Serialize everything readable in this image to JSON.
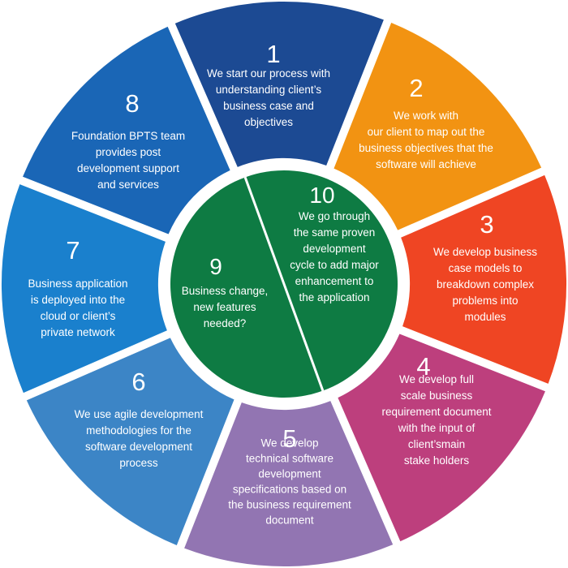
{
  "segments": [
    {
      "number": "1",
      "color": "#1c4a93",
      "lines": [
        "We start our process with",
        "understanding client’s",
        "business case and",
        "objectives"
      ]
    },
    {
      "number": "2",
      "color": "#f29312",
      "lines": [
        "We work with",
        "our client to map out the",
        "business objectives that the",
        "software will achieve"
      ]
    },
    {
      "number": "3",
      "color": "#ef4523",
      "lines": [
        "We develop business",
        "case models to",
        "breakdown complex",
        "problems into",
        "modules"
      ]
    },
    {
      "number": "4",
      "color": "#bd3f7d",
      "lines": [
        "We develop full",
        "scale business",
        "requirement document",
        "with the input of",
        "client’smain",
        "stake holders"
      ]
    },
    {
      "number": "5",
      "color": "#9275b2",
      "lines": [
        "We develop",
        "technical software",
        "development",
        "specifications based on",
        "the business requirement",
        "document"
      ]
    },
    {
      "number": "6",
      "color": "#3c85c6",
      "lines": [
        "We use agile development",
        "methodologies for the",
        "software development",
        "process"
      ]
    },
    {
      "number": "7",
      "color": "#1a80cd",
      "lines": [
        "Business application",
        "is deployed into the",
        "cloud or client’s",
        "private network"
      ]
    },
    {
      "number": "8",
      "color": "#1a66b6",
      "lines": [
        "Foundation BPTS team",
        "provides post",
        "development support",
        "and services"
      ]
    }
  ],
  "core": [
    {
      "number": "9",
      "color": "#0e7b43",
      "lines": [
        "Business change,",
        "new features",
        "needed?"
      ]
    },
    {
      "number": "10",
      "color": "#0e7b43",
      "lines": [
        "We go through",
        "the same proven",
        "development",
        "cycle to add major",
        "enhancement to",
        "the application"
      ]
    }
  ]
}
